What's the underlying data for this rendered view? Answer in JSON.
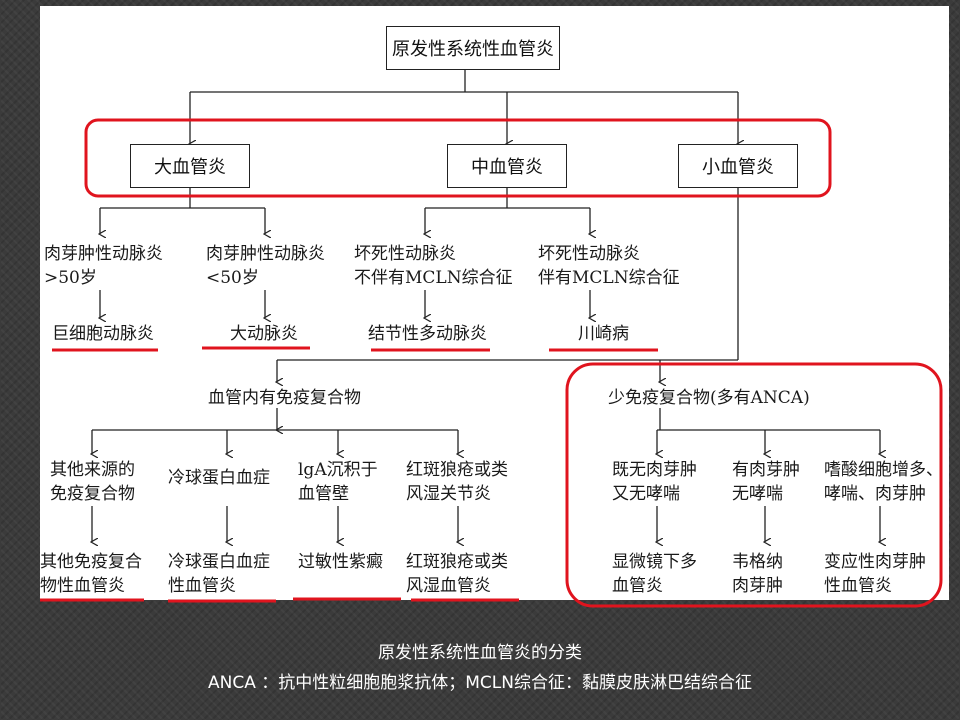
{
  "diagram": {
    "root": "原发性系统性血管炎",
    "categories": {
      "large": "大血管炎",
      "medium": "中血管炎",
      "small": "小血管炎"
    },
    "level2": [
      "肉芽肿性动脉炎\n>50岁",
      "肉芽肿性动脉炎\n<50岁",
      "坏死性动脉炎\n不伴有MCLN综合征",
      "坏死性动脉炎\n伴有MCLN综合征"
    ],
    "diseases_top": [
      "巨细胞动脉炎",
      "大动脉炎",
      "结节性多动脉炎",
      "川崎病"
    ],
    "immune_complex": "血管内有免疫复合物",
    "pauci_immune": "少免疫复合物(多有ANCA)",
    "ic_causes": [
      "其他来源的\n免疫复合物",
      "冷球蛋白血症",
      "lgA沉积于\n血管壁",
      "红斑狼疮或类\n风湿关节炎"
    ],
    "ic_diseases": [
      "其他免疫复合\n物性血管炎",
      "冷球蛋白血症\n性血管炎",
      "过敏性紫癜",
      "红斑狼疮或类\n风湿血管炎"
    ],
    "anca_causes": [
      "既无肉芽肿\n又无哮喘",
      "有肉芽肿\n无哮喘",
      "嗜酸细胞增多、\n哮喘、肉芽肿"
    ],
    "anca_diseases": [
      "显微镜下多\n血管炎",
      "韦格纳\n肉芽肿",
      "变应性肉芽肿\n性血管炎"
    ]
  },
  "caption": {
    "line1": "原发性系统性血管炎的分类",
    "line2": "ANCA ：抗中性粒细胞胞浆抗体；MCLN综合征：黏膜皮肤淋巴结综合征"
  },
  "colors": {
    "highlight": "#e0141e",
    "line": "#222222",
    "background": "#3b3b3b"
  }
}
